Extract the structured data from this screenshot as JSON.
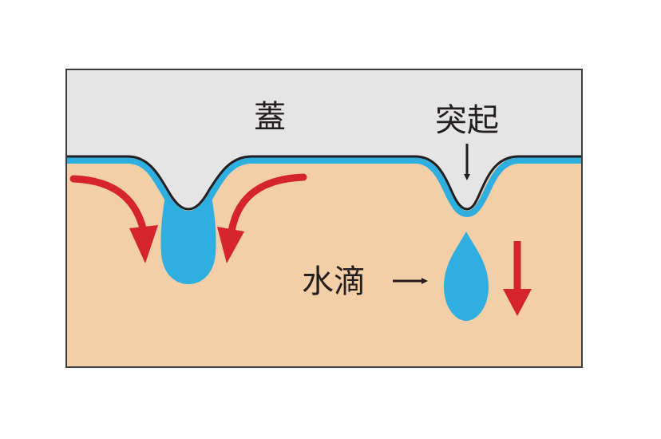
{
  "labels": {
    "lid": "蓋",
    "protrusion": "突起",
    "droplet": "水滴"
  },
  "colors": {
    "lid_gray": "#e6e5e6",
    "body_beige": "#f3cfa8",
    "water_blue": "#2faee0",
    "arrow_red": "#d6242b",
    "outline_dark": "#231f20",
    "frame_border": "#3d3d3d"
  }
}
